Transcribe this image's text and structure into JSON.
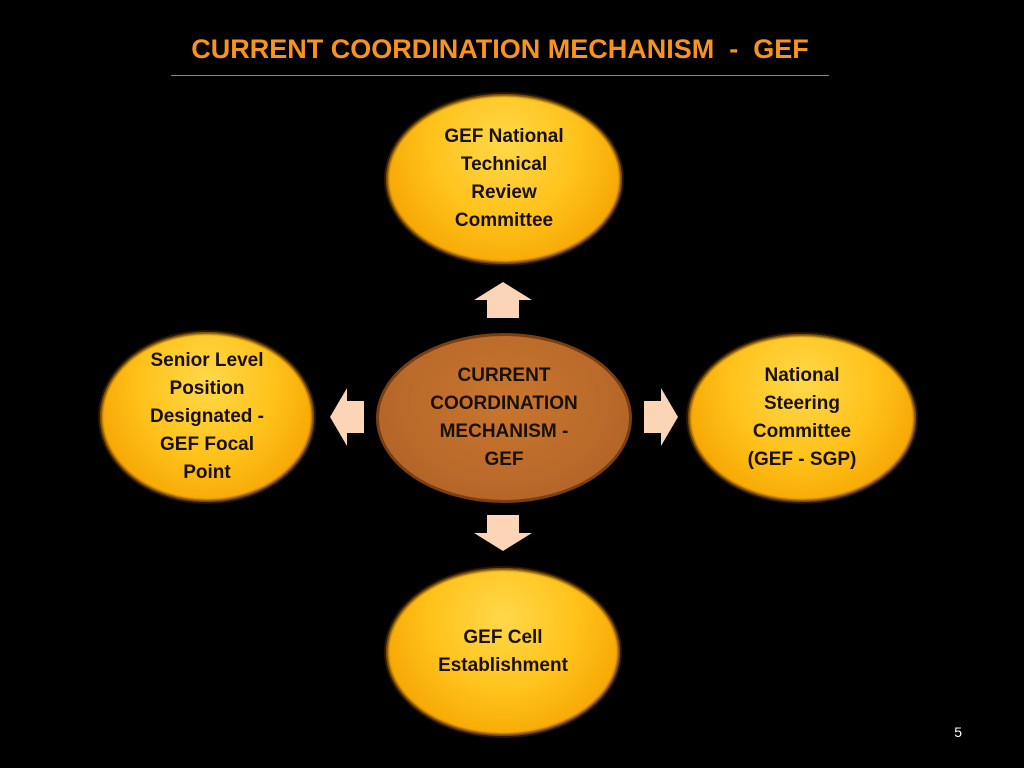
{
  "slide": {
    "title": "CURRENT COORDINATION MECHANISM  -  GEF",
    "page_number": "5"
  },
  "diagram": {
    "center": {
      "label": "CURRENT\nCOORDINATION\nMECHANISM  -\nGEF"
    },
    "nodes": {
      "top": {
        "label": "GEF National\nTechnical\nReview\nCommittee"
      },
      "left": {
        "label": "Senior Level\nPosition\nDesignated -\nGEF Focal\nPoint"
      },
      "right": {
        "label": "National\nSteering\nCommittee\n(GEF - SGP)"
      },
      "bottom": {
        "label": "GEF Cell\nEstablishment"
      }
    }
  },
  "colors": {
    "background": "#000000",
    "title": "#f7931e",
    "outer_node": "#ffc21a",
    "center_node": "#b9692a",
    "arrow": "#fbd5b5"
  }
}
